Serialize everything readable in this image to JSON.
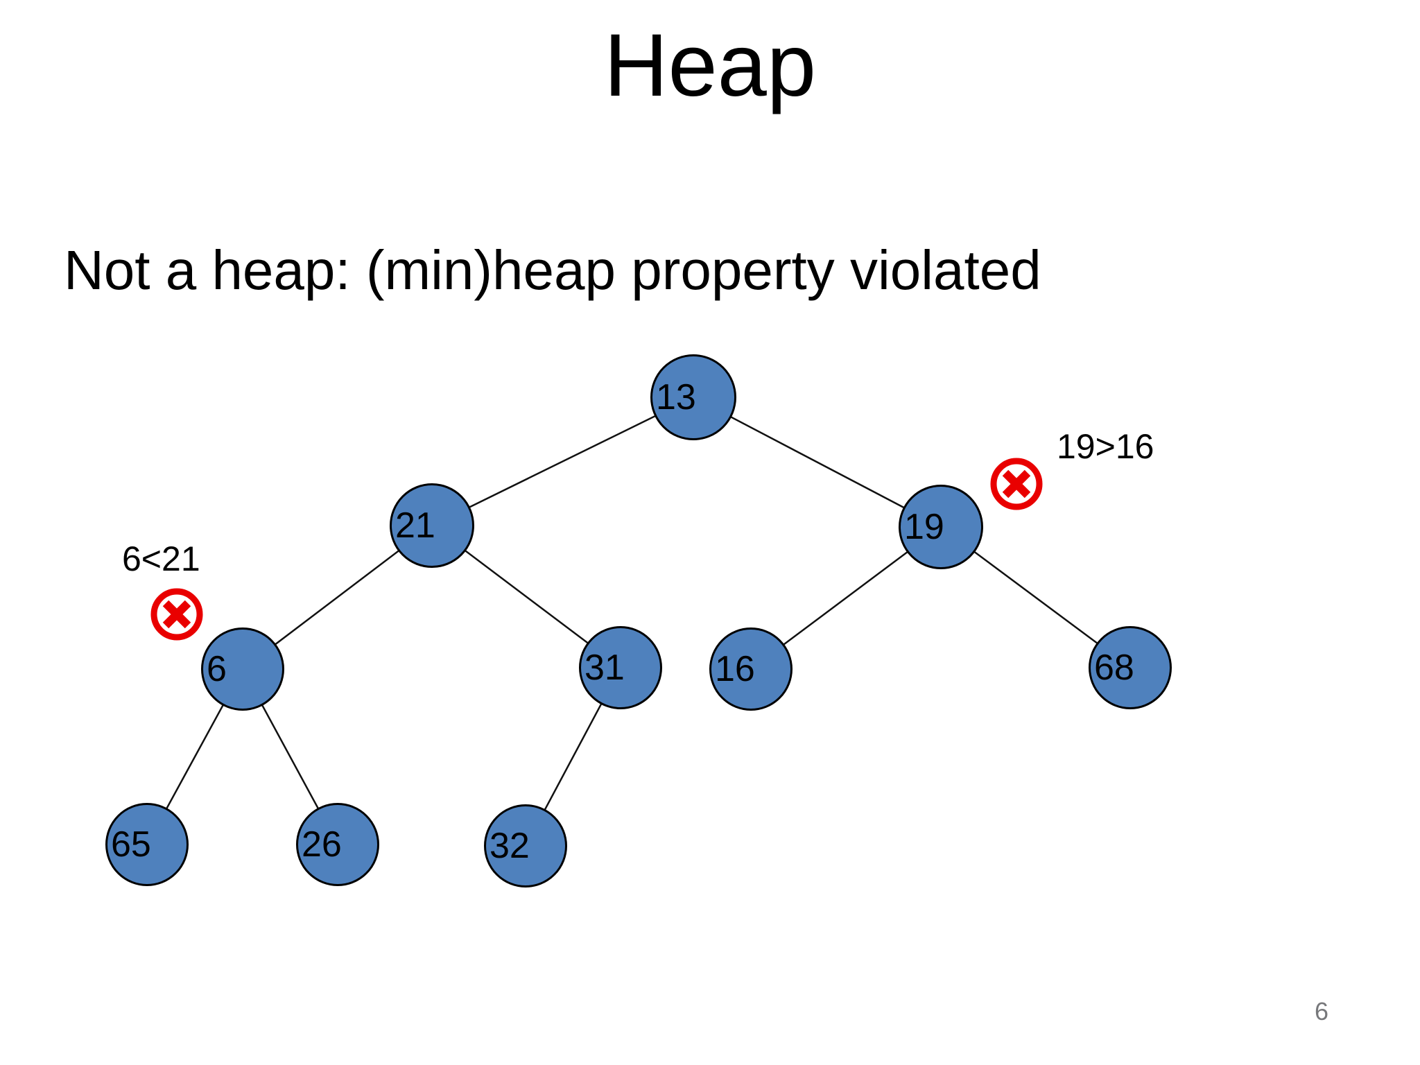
{
  "slide": {
    "title": "Heap",
    "subtitle": "Not a heap: (min)heap property violated",
    "page_number": "6"
  },
  "colors": {
    "node_fill": "#4F81BD",
    "node_border": "#000000",
    "edge_line": "#111111",
    "violation_red": "#E90000",
    "page_number_gray": "#77787B",
    "background": "#FFFFFF",
    "text": "#000000"
  },
  "tree": {
    "nodes": [
      {
        "value": "13"
      },
      {
        "value": "21"
      },
      {
        "value": "19"
      },
      {
        "value": "6"
      },
      {
        "value": "31"
      },
      {
        "value": "16"
      },
      {
        "value": "68"
      },
      {
        "value": "65"
      },
      {
        "value": "26"
      },
      {
        "value": "32"
      }
    ],
    "edges": [
      [
        "13",
        "21"
      ],
      [
        "13",
        "19"
      ],
      [
        "21",
        "6"
      ],
      [
        "21",
        "31"
      ],
      [
        "19",
        "16"
      ],
      [
        "19",
        "68"
      ],
      [
        "6",
        "65"
      ],
      [
        "6",
        "26"
      ],
      [
        "31",
        "32"
      ]
    ],
    "annotations": [
      {
        "label": "6<21"
      },
      {
        "label": "19>16"
      }
    ]
  }
}
